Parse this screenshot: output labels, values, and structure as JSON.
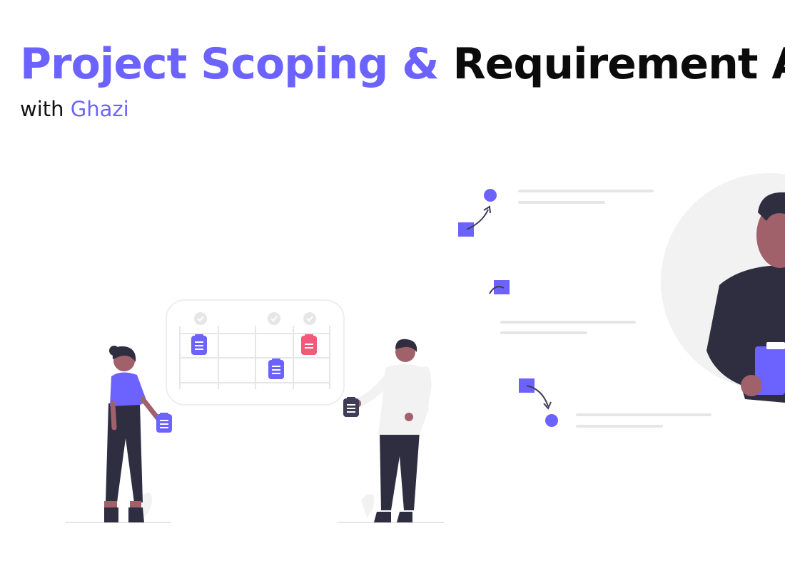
{
  "header": {
    "title_part1": "Project Scoping &",
    "title_part2": "Requirement A",
    "subtitle_prefix": "with",
    "subtitle_name": "Ghazi"
  },
  "colors": {
    "accent": "#6c63ff",
    "dark_figure": "#2f2e41",
    "skin_dark": "#a0616a",
    "alert_card": "#f35978",
    "placeholder_line": "#e6e6e6",
    "background_circle": "#f2f2f2"
  },
  "illustration": {
    "icons": [
      "document-icon",
      "check-icon",
      "arrow-icon"
    ]
  }
}
